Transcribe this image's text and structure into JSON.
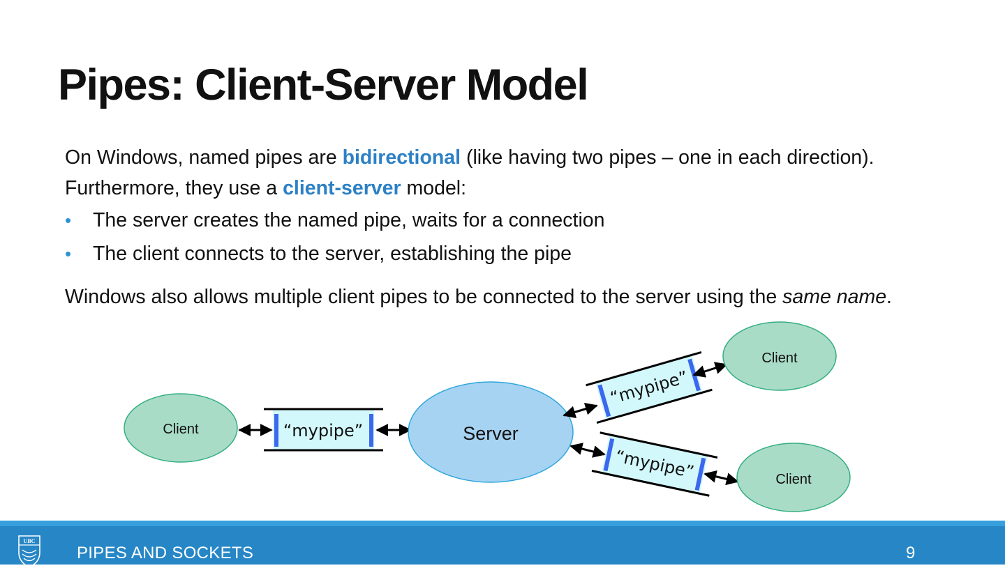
{
  "slide": {
    "title": "Pipes: Client-Server Model",
    "para1": {
      "t1": "On Windows, named pipes are ",
      "h1": "bidirectional",
      "t2": " (like having two pipes – one in each direction).  Furthermore, they use a ",
      "h2": "client-server",
      "t3": " model:"
    },
    "bullets": [
      "The server creates the named pipe, waits for a connection",
      "The client connects to the server, establishing the pipe"
    ],
    "para2": {
      "t1": "Windows also allows multiple client pipes to be connected to the server using the ",
      "em": "same name",
      "t2": "."
    }
  },
  "diagram": {
    "server_label": "Server",
    "client_label": "Client",
    "pipe_label": "“mypipe”",
    "colors": {
      "client_fill": "#a9dcc6",
      "client_stroke": "#35ae83",
      "server_fill": "#a7d3f2",
      "server_stroke": "#2ea6dc",
      "pipe_fill": "#d3f8fc",
      "pipe_bar": "#3b68ee"
    }
  },
  "footer": {
    "title": "PIPES AND SOCKETS",
    "page": "9",
    "logo_text": "UBC",
    "bar_color": "#2686c6"
  }
}
